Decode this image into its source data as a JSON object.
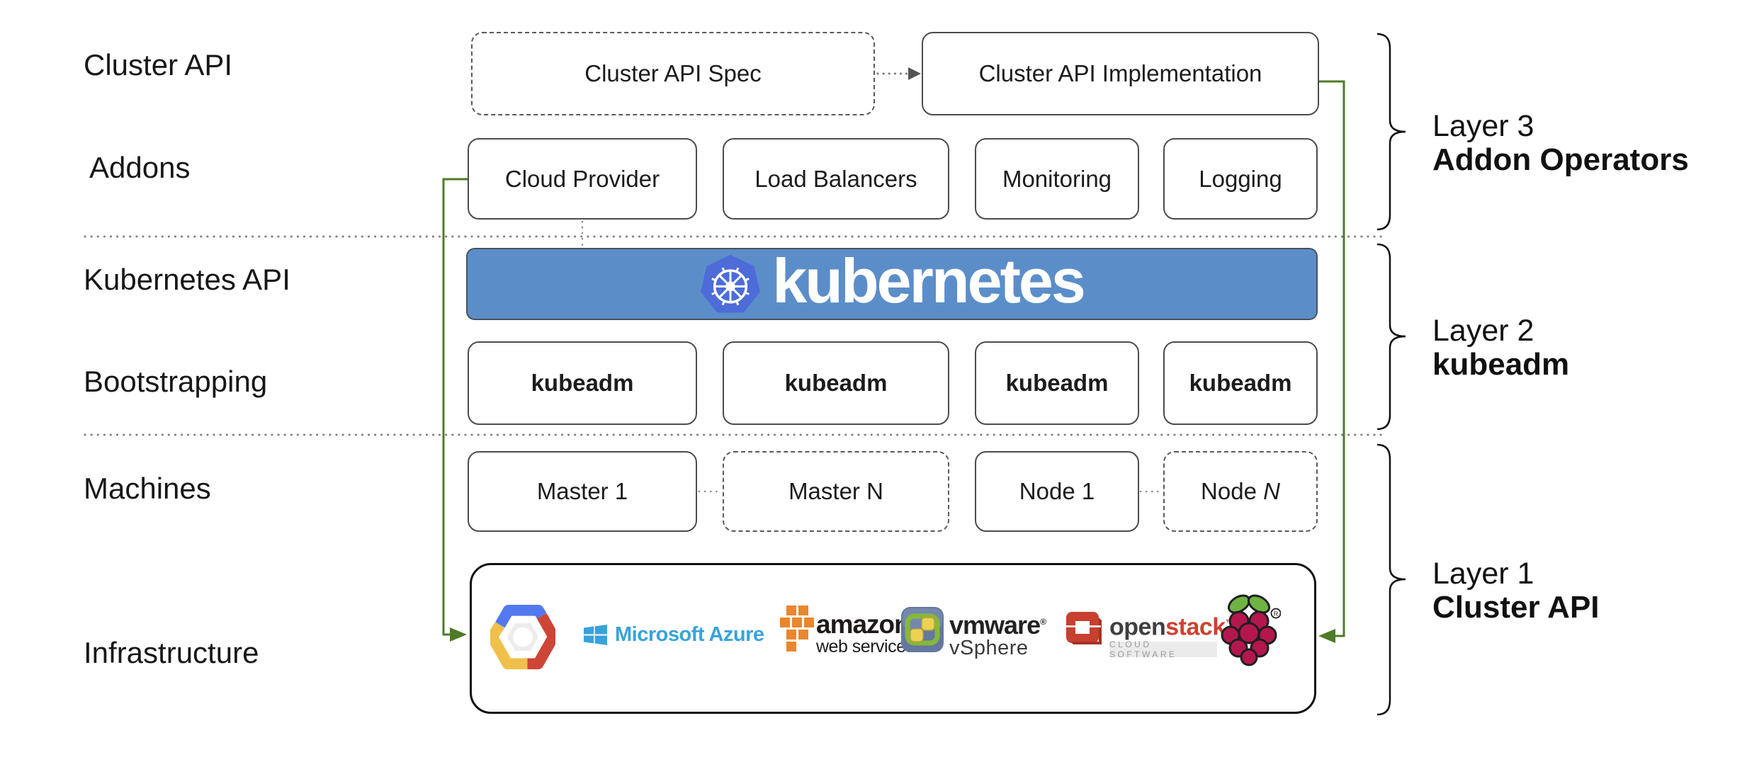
{
  "left_labels": [
    "Cluster API",
    "Addons",
    "Kubernetes API",
    "Bootstrapping",
    "Machines",
    "Infrastructure"
  ],
  "layer3_row": {
    "spec_label": "Cluster API Spec",
    "impl_label": "Cluster API Implementation"
  },
  "addons": {
    "items": [
      "Cloud Provider",
      "Load Balancers",
      "Monitoring",
      "Logging"
    ]
  },
  "banner": {
    "label": "kubernetes"
  },
  "bootstrapping": {
    "items": [
      "kubeadm",
      "kubeadm",
      "kubeadm",
      "kubeadm"
    ]
  },
  "machines": {
    "master_1": "Master 1",
    "master_n": "Master N",
    "node_1": "Node 1",
    "node_n_prefix": "Node ",
    "node_n_n": "N"
  },
  "infrastructure": {
    "azure_label": "Microsoft Azure",
    "aws_line1": "amazon",
    "aws_line2": "web services",
    "vmware_line1": "vmware",
    "vmware_reg": "®",
    "vmware_line2": "vSphere",
    "openstack_open": "open",
    "openstack_stack": "stack",
    "openstack_tm": "™",
    "openstack_sub": "CLOUD SOFTWARE",
    "raspberry_reg": "®"
  },
  "layers": [
    {
      "line1": "Layer 3",
      "line2": "Addon Operators"
    },
    {
      "line1": "Layer 2",
      "line2": "kubeadm"
    },
    {
      "line1": "Layer 1",
      "line2": "Cluster API"
    }
  ],
  "colors": {
    "banner_blue": "#5b8ec9",
    "k8s_logo_blue": "#4d6cd8",
    "connector_green": "#4f7b28",
    "azure_blue": "#38a2dc",
    "aws_orange": "#e8872f",
    "vmware_green": "#86b73c",
    "openstack_red": "#c8402f",
    "raspberry_crimson": "#b3174e",
    "leaf_green": "#6fb442",
    "gcp_blue": "#5379f0",
    "gcp_red": "#cd4537",
    "gcp_yellow": "#efc04a"
  }
}
